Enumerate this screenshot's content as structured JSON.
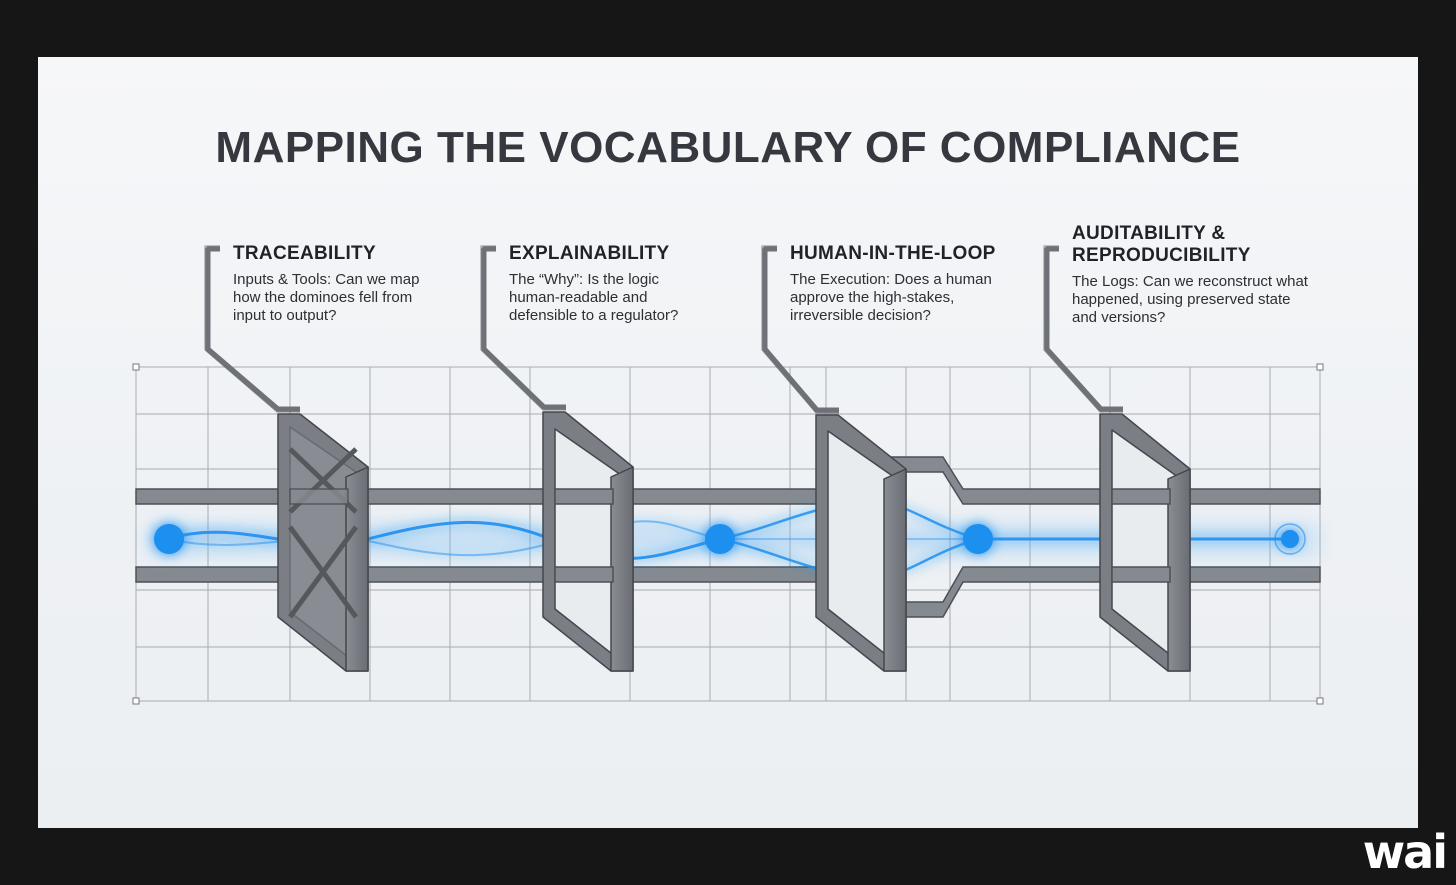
{
  "title": "MAPPING THE VOCABULARY OF COMPLIANCE",
  "stages": [
    {
      "heading": "TRACEABILITY",
      "text": "Inputs & Tools: Can we map how the dominoes fell from input to output?"
    },
    {
      "heading": "EXPLAINABILITY",
      "text": "The “Why”: Is the logic human-readable and defensible to a regulator?"
    },
    {
      "heading": "HUMAN-IN-THE-LOOP",
      "text": "The Execution: Does a human approve the high-stakes, irreversible decision?"
    },
    {
      "heading": "AUDITABILITY & REPRODUCIBILITY",
      "text": "The Logs: Can we reconstruct what happened, using preserved state and versions?"
    }
  ],
  "logo": "wai",
  "colors": {
    "frame": "#161616",
    "background": "#f1f3f6",
    "pipe": "#7d8187",
    "pipe_dark": "#55595e",
    "flow": "#1e8fef",
    "title": "#35393f"
  },
  "icons": [
    "node-dot",
    "gate-frame",
    "grid"
  ]
}
